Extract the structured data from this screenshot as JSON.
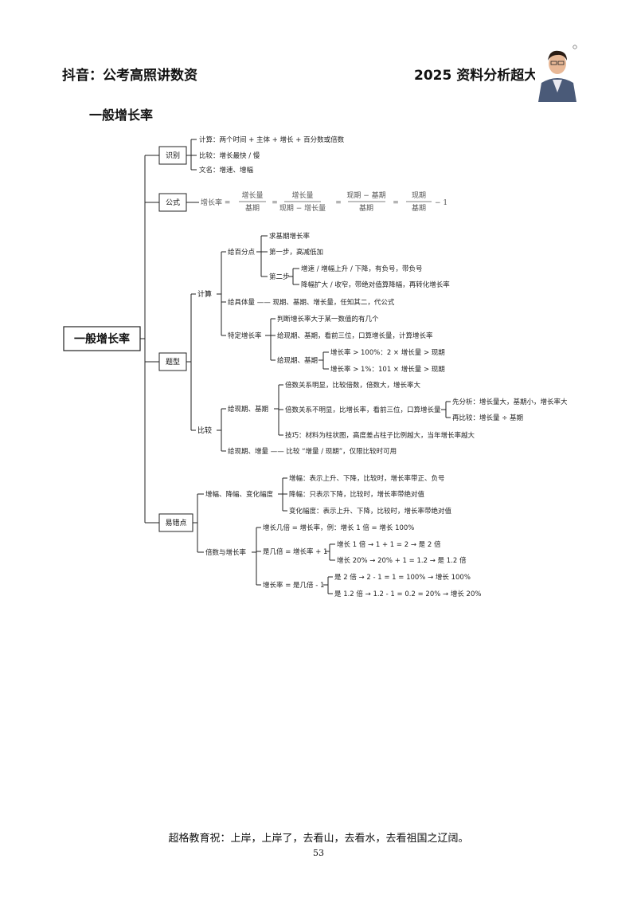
{
  "header": {
    "left": "抖音：公考高照讲数资",
    "right": "2025 资料分析超大杯"
  },
  "section_title": "一般增长率",
  "root": "一般增长率",
  "shibie": {
    "label": "识别",
    "items": [
      "计算：两个时间 + 主体 + 增长 + 百分数或倍数",
      "比较：增长最快 / 慢",
      "文名：增速、增幅"
    ]
  },
  "gongshi": {
    "label": "公式",
    "f0": "增长率 =",
    "f1_num": "增长量",
    "f1_den": "基期",
    "eq1": "=",
    "f2_num": "增长量",
    "f2_den": "现期 − 增长量",
    "eq2": "=",
    "f3_num": "现期 − 基期",
    "f3_den": "基期",
    "eq3": "=",
    "f4_num": "现期",
    "f4_den": "基期",
    "tail": "− 1"
  },
  "tixing": {
    "label": "题型",
    "jisuan": {
      "label": "计算",
      "baifen": {
        "label": "给百分点",
        "qiu": "求基期增长率",
        "step1": "第一步，高减低加",
        "step2": {
          "label": "第二步",
          "a": "增速 / 增幅上升 / 下降，有负号，带负号",
          "b": "降幅扩大 / 收窄，带绝对值算降幅，再转化增长率"
        }
      },
      "jutiliang": "给具体量 —— 现期、基期、增长量，任知其二，代公式",
      "teding": {
        "label": "特定增长率",
        "a": "判断增长率大于某一数值的有几个",
        "b": "给现期、基期，看前三位，口算增长量，计算增长率",
        "c": {
          "label": "给现期、基期",
          "x": "增长率 > 100%：2 × 增长量 > 现期",
          "y": "增长率 >  1%：101 × 增长量 > 现期"
        }
      }
    },
    "bijiao": {
      "label": "比较",
      "xianji": {
        "label": "给现期、基期",
        "a": "倍数关系明显，比较倍数，倍数大，增长率大",
        "b": {
          "label": "倍数关系不明显，比增长率，看前三位，口算增长量",
          "x": "先分析：增长量大，基期小，增长率大",
          "y": "再比较：增长量 ÷ 基期"
        },
        "c": "技巧：材料为柱状图，高度差占柱子比例越大，当年增长率越大"
      },
      "zengliang": "给现期、增量 —— 比较 “增量 / 现期”，仅限比较时可用"
    }
  },
  "yicuo": {
    "label": "易错点",
    "fudu": {
      "label": "增幅、降幅、变化幅度",
      "a": "增幅：表示上升、下降，比较时，增长率带正、负号",
      "b": "降幅：只表示下降，比较时，增长率带绝对值",
      "c": "变化幅度：表示上升、下降，比较时，增长率带绝对值"
    },
    "beishu": {
      "label": "倍数与增长率",
      "a": "增长几倍 = 增长率，例：增长 1 倍 = 增长 100%",
      "b": {
        "label": "是几倍 = 增长率 + 1",
        "x": "增长 1 倍 → 1 + 1 = 2 → 是 2 倍",
        "y": "增长 20% → 20% + 1 = 1.2 → 是 1.2 倍"
      },
      "c": {
        "label": "增长率 = 是几倍 - 1",
        "x": "是 2 倍 → 2 - 1 = 1 = 100% → 增长 100%",
        "y": "是 1.2 倍 → 1.2 - 1 = 0.2 = 20% → 增长 20%"
      }
    }
  },
  "footer": "超格教育祝：上岸，上岸了，去看山，去看水，去看祖国之辽阔。",
  "page_number": "53"
}
